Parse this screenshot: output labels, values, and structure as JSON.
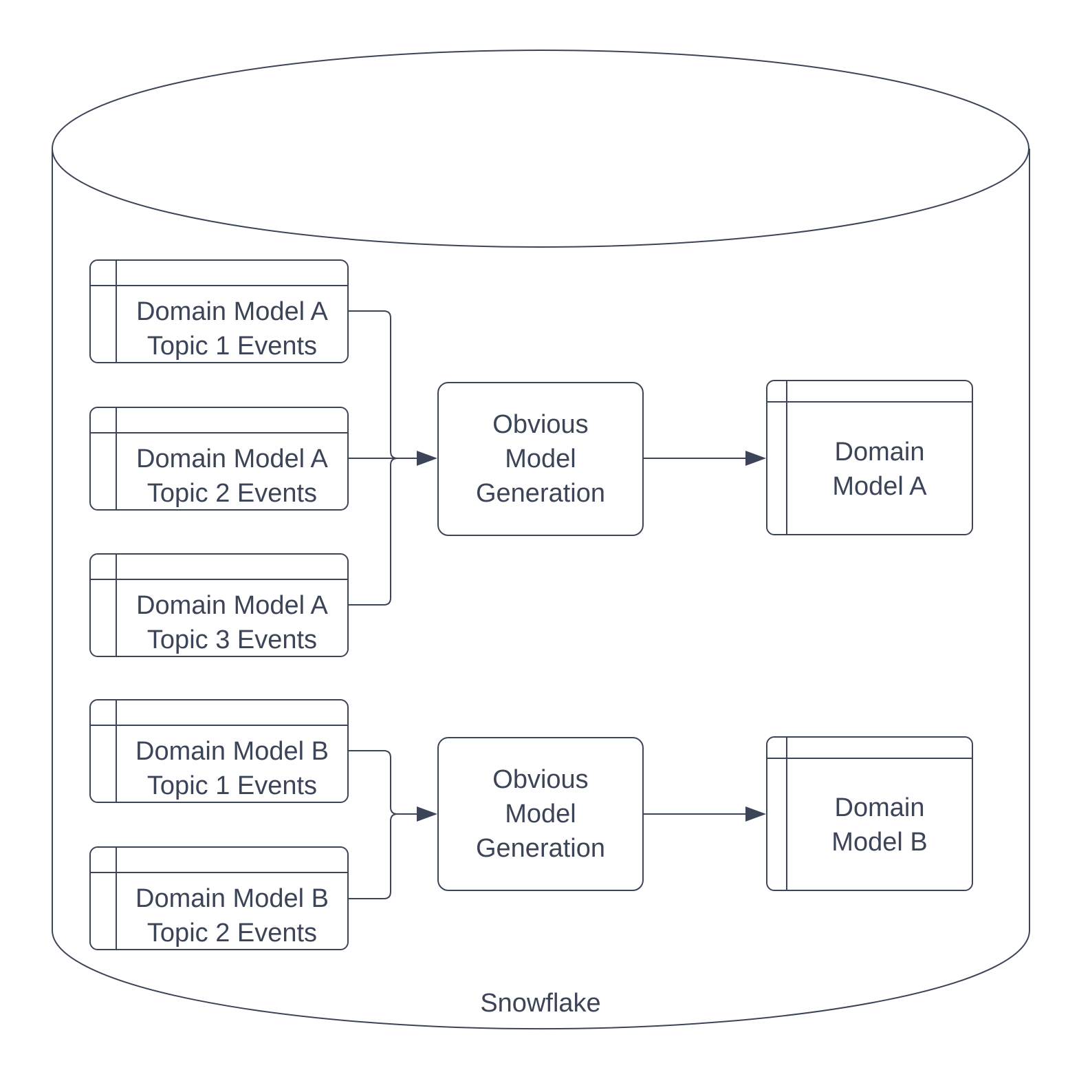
{
  "diagram": {
    "colors": {
      "stroke": "#3c4457",
      "text": "#3c4457",
      "background": "#ffffff"
    },
    "cylinder": {
      "label": "Snowflake"
    },
    "tables": {
      "a1": {
        "label": "Domain Model A\nTopic 1 Events"
      },
      "a2": {
        "label": "Domain Model A\nTopic 2 Events"
      },
      "a3": {
        "label": "Domain Model A\nTopic 3 Events"
      },
      "b1": {
        "label": "Domain Model B\nTopic 1 Events"
      },
      "b2": {
        "label": "Domain Model B\nTopic 2 Events"
      },
      "model_a": {
        "label": "Domain\nModel A"
      },
      "model_b": {
        "label": "Domain\nModel B"
      }
    },
    "processes": {
      "gen_a": {
        "label": "Obvious\nModel\nGeneration"
      },
      "gen_b": {
        "label": "Obvious\nModel\nGeneration"
      }
    }
  }
}
